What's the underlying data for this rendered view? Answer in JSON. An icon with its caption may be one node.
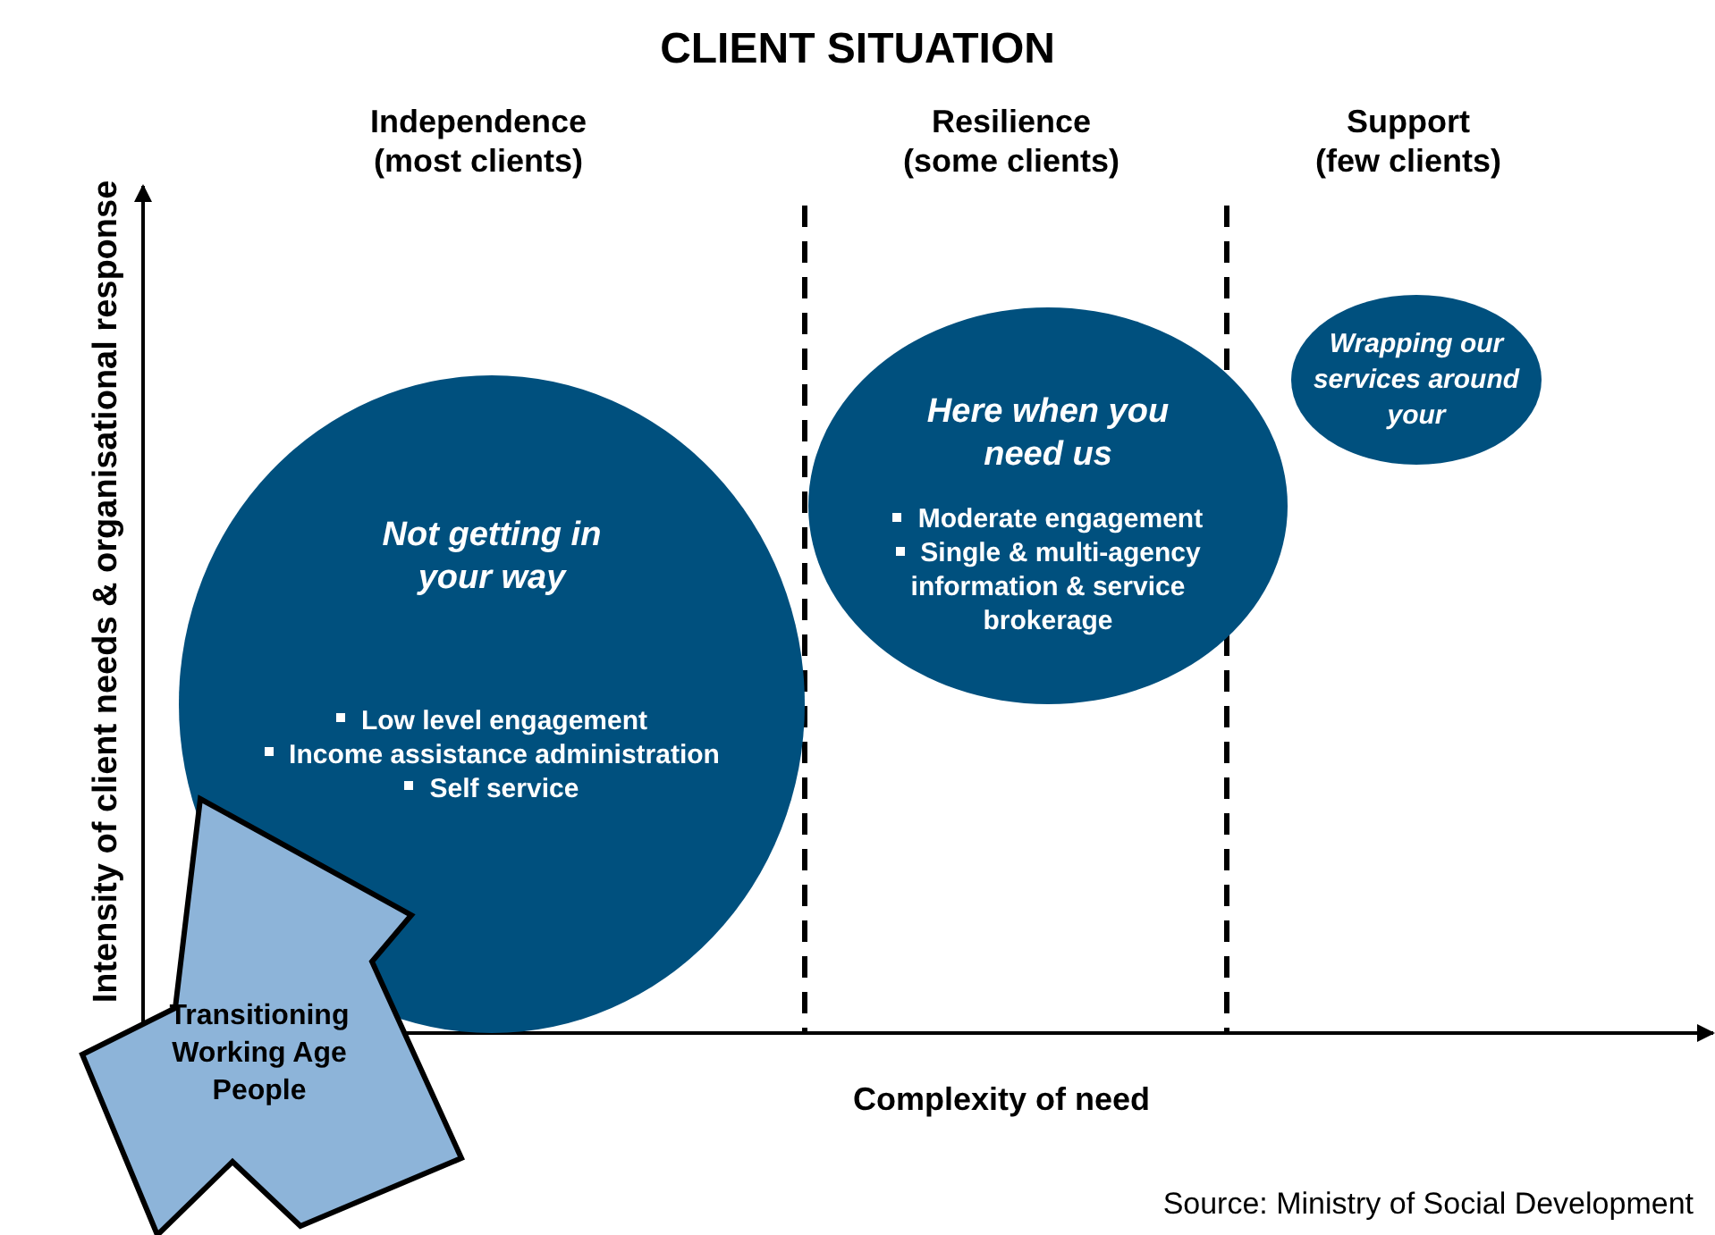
{
  "diagram": {
    "title": "CLIENT SITUATION",
    "caption": "Source: Ministry of Social Development",
    "nodes": [
      {
        "text": [
          "Not getting in your way",
          "Low level engagement",
          "Income assistance administration",
          "Self service"
        ]
      },
      {
        "text": [
          "Here when you need us",
          "Moderate engagement",
          "Single & multi-agency information & service brokerage"
        ]
      },
      {
        "text": [
          "Wrapping our services around your"
        ]
      },
      {
        "text": [
          "Transitioning Working Age People"
        ]
      }
    ],
    "edges": [],
    "labels": [
      "Independence (most clients)",
      "Resilience (some clients)",
      "Support (few clients)",
      "Intensity of client needs & organisational response",
      "Complexity of need"
    ]
  }
}
